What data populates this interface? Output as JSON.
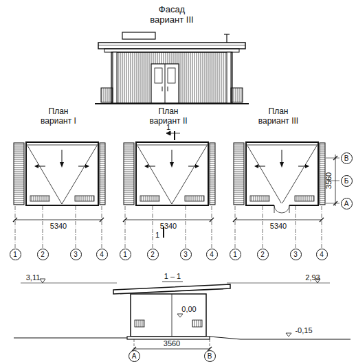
{
  "diagram": {
    "title": "Фасад вариант III",
    "nodes": [
      {
        "text": [
          "В"
        ]
      },
      {
        "text": [
          "Б"
        ]
      },
      {
        "text": [
          "А"
        ]
      },
      {
        "text": [
          "1"
        ]
      },
      {
        "text": [
          "2"
        ]
      },
      {
        "text": [
          "3"
        ]
      },
      {
        "text": [
          "4"
        ]
      },
      {
        "text": [
          "1"
        ]
      },
      {
        "text": [
          "2"
        ]
      },
      {
        "text": [
          "3"
        ]
      },
      {
        "text": [
          "4"
        ]
      },
      {
        "text": [
          "1"
        ]
      },
      {
        "text": [
          "2"
        ]
      },
      {
        "text": [
          "3"
        ]
      },
      {
        "text": [
          "4"
        ]
      },
      {
        "text": [
          "А"
        ]
      },
      {
        "text": [
          "В"
        ]
      }
    ],
    "labels": [
      "План вариант I",
      "План вариант II",
      "План вариант III",
      "1",
      "3560",
      "5340",
      "5340",
      "1",
      "5340",
      "1 – 1",
      "3,11",
      "2,93",
      "0,00",
      "-0,15",
      "3560"
    ]
  }
}
